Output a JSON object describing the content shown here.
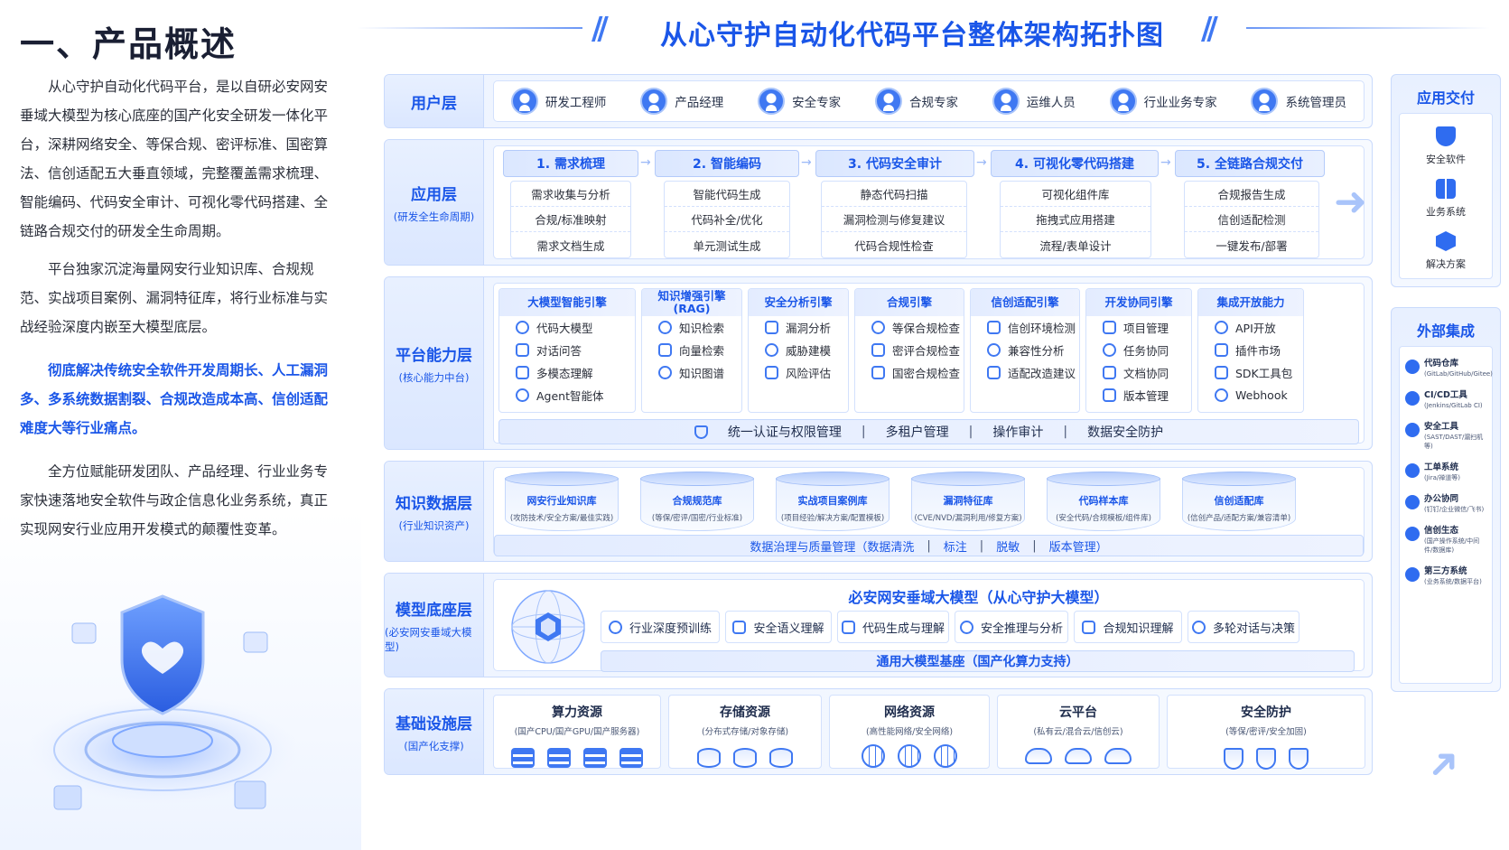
{
  "left": {
    "title": "一、产品概述",
    "p1": "从心守护自动化代码平台，是以自研必安网安垂域大模型为核心底座的国产化安全研发一体化平台，深耕网络安全、等保合规、密评标准、国密算法、信创适配五大垂直领域，完整覆盖需求梳理、智能编码、代码安全审计、可视化零代码搭建、全链路合规交付的研发全生命周期。",
    "p2": "平台独家沉淀海量网安行业知识库、合规规范、实战项目案例、漏洞特征库，将行业标准与实战经验深度内嵌至大模型底层。",
    "p3": "彻底解决传统安全软件开发周期长、人工漏洞多、多系统数据割裂、合规改造成本高、信创适配难度大等行业痛点。",
    "p4": "全方位赋能研发团队、产品经理、行业业务专家快速落地安全软件与政企信息化业务系统，真正实现网安行业应用开发模式的颠覆性变革。"
  },
  "header": {
    "title": "从心守护自动化代码平台整体架构拓扑图"
  },
  "user_layer": {
    "label": "用户层",
    "users": [
      "研发工程师",
      "产品经理",
      "安全专家",
      "合规专家",
      "运维人员",
      "行业业务专家",
      "系统管理员"
    ]
  },
  "app_layer": {
    "label": "应用层",
    "sub": "(研发全生命周期)",
    "steps": [
      {
        "title": "1. 需求梳理",
        "items": [
          "需求收集与分析",
          "合规/标准映射",
          "需求文档生成"
        ]
      },
      {
        "title": "2. 智能编码",
        "items": [
          "智能代码生成",
          "代码补全/优化",
          "单元测试生成"
        ]
      },
      {
        "title": "3. 代码安全审计",
        "items": [
          "静态代码扫描",
          "漏洞检测与修复建议",
          "代码合规性检查"
        ]
      },
      {
        "title": "4. 可视化零代码搭建",
        "items": [
          "可视化组件库",
          "拖拽式应用搭建",
          "流程/表单设计"
        ]
      },
      {
        "title": "5. 全链路合规交付",
        "items": [
          "合规报告生成",
          "信创适配检测",
          "一键发布/部署"
        ]
      }
    ]
  },
  "platform_layer": {
    "label": "平台能力层",
    "sub": "(核心能力中台)",
    "engines": [
      {
        "title": "大模型智能引擎",
        "items": [
          "代码大模型",
          "对话问答",
          "多模态理解",
          "Agent智能体"
        ]
      },
      {
        "title": "知识增强引擎\n(RAG)",
        "items": [
          "知识检索",
          "向量检索",
          "知识图谱"
        ]
      },
      {
        "title": "安全分析引擎",
        "items": [
          "漏洞分析",
          "威胁建模",
          "风险评估"
        ]
      },
      {
        "title": "合规引擎",
        "items": [
          "等保合规检查",
          "密评合规检查",
          "国密合规检查"
        ]
      },
      {
        "title": "信创适配引擎",
        "items": [
          "信创环境检测",
          "兼容性分析",
          "适配改造建议"
        ]
      },
      {
        "title": "开发协同引擎",
        "items": [
          "项目管理",
          "任务协同",
          "文档协同",
          "版本管理"
        ]
      },
      {
        "title": "集成开放能力",
        "items": [
          "API开放",
          "插件市场",
          "SDK工具包",
          "Webhook"
        ]
      }
    ],
    "bar": [
      "统一认证与权限管理",
      "多租户管理",
      "操作审计",
      "数据安全防护"
    ]
  },
  "knowledge_layer": {
    "label": "知识数据层",
    "sub": "(行业知识资产)",
    "dbs": [
      {
        "name": "网安行业知识库",
        "desc": "(攻防技术/安全方案/最佳实践)"
      },
      {
        "name": "合规规范库",
        "desc": "(等保/密评/国密/行业标准)"
      },
      {
        "name": "实战项目案例库",
        "desc": "(项目经验/解决方案/配置模板)"
      },
      {
        "name": "漏洞特征库",
        "desc": "(CVE/NVD/漏洞利用/修复方案)"
      },
      {
        "name": "代码样本库",
        "desc": "(安全代码/合规模板/组件库)"
      },
      {
        "name": "信创适配库",
        "desc": "(信创产品/适配方案/兼容清单)"
      }
    ],
    "bar": [
      "数据治理与质量管理（数据清洗",
      "标注",
      "脱敏",
      "版本管理）"
    ]
  },
  "model_layer": {
    "label": "模型底座层",
    "sub": "(必安网安垂域大模型)",
    "title": "必安网安垂域大模型（从心守护大模型）",
    "caps": [
      "行业深度预训练",
      "安全语义理解",
      "代码生成与理解",
      "安全推理与分析",
      "合规知识理解",
      "多轮对话与决策"
    ],
    "base": "通用大模型基座（国产化算力支持）"
  },
  "infra_layer": {
    "label": "基础设施层",
    "sub": "(国产化支撑)",
    "res": [
      {
        "name": "算力资源",
        "desc": "(国产CPU/国产GPU/国产服务器)",
        "icon": "server-icon",
        "n": 4
      },
      {
        "name": "存储资源",
        "desc": "(分布式存储/对象存储)",
        "icon": "database-icon",
        "n": 3
      },
      {
        "name": "网络资源",
        "desc": "(高性能网络/安全网络)",
        "icon": "globe-icon",
        "n": 3
      },
      {
        "name": "云平台",
        "desc": "(私有云/混合云/信创云)",
        "icon": "cloud-icon",
        "n": 3
      },
      {
        "name": "安全防护",
        "desc": "(等保/密评/安全加固)",
        "icon": "shield-icon",
        "n": 3
      }
    ]
  },
  "right": {
    "delivery_title": "应用交付",
    "delivery": [
      "安全软件",
      "业务系统",
      "解决方案"
    ],
    "integration_title": "外部集成",
    "integrations": [
      {
        "name": "代码仓库",
        "desc": "(GitLab/GitHub/Gitee)"
      },
      {
        "name": "CI/CD工具",
        "desc": "(Jenkins/GitLab CI)"
      },
      {
        "name": "安全工具",
        "desc": "(SAST/DAST/漏扫机等)"
      },
      {
        "name": "工单系统",
        "desc": "(Jira/禅道等)"
      },
      {
        "name": "办公协同",
        "desc": "(钉钉/企业微信/飞书)"
      },
      {
        "name": "信创生态",
        "desc": "(国产操作系统/中间件/数据库)"
      },
      {
        "name": "第三方系统",
        "desc": "(业务系统/数据平台)"
      }
    ]
  }
}
